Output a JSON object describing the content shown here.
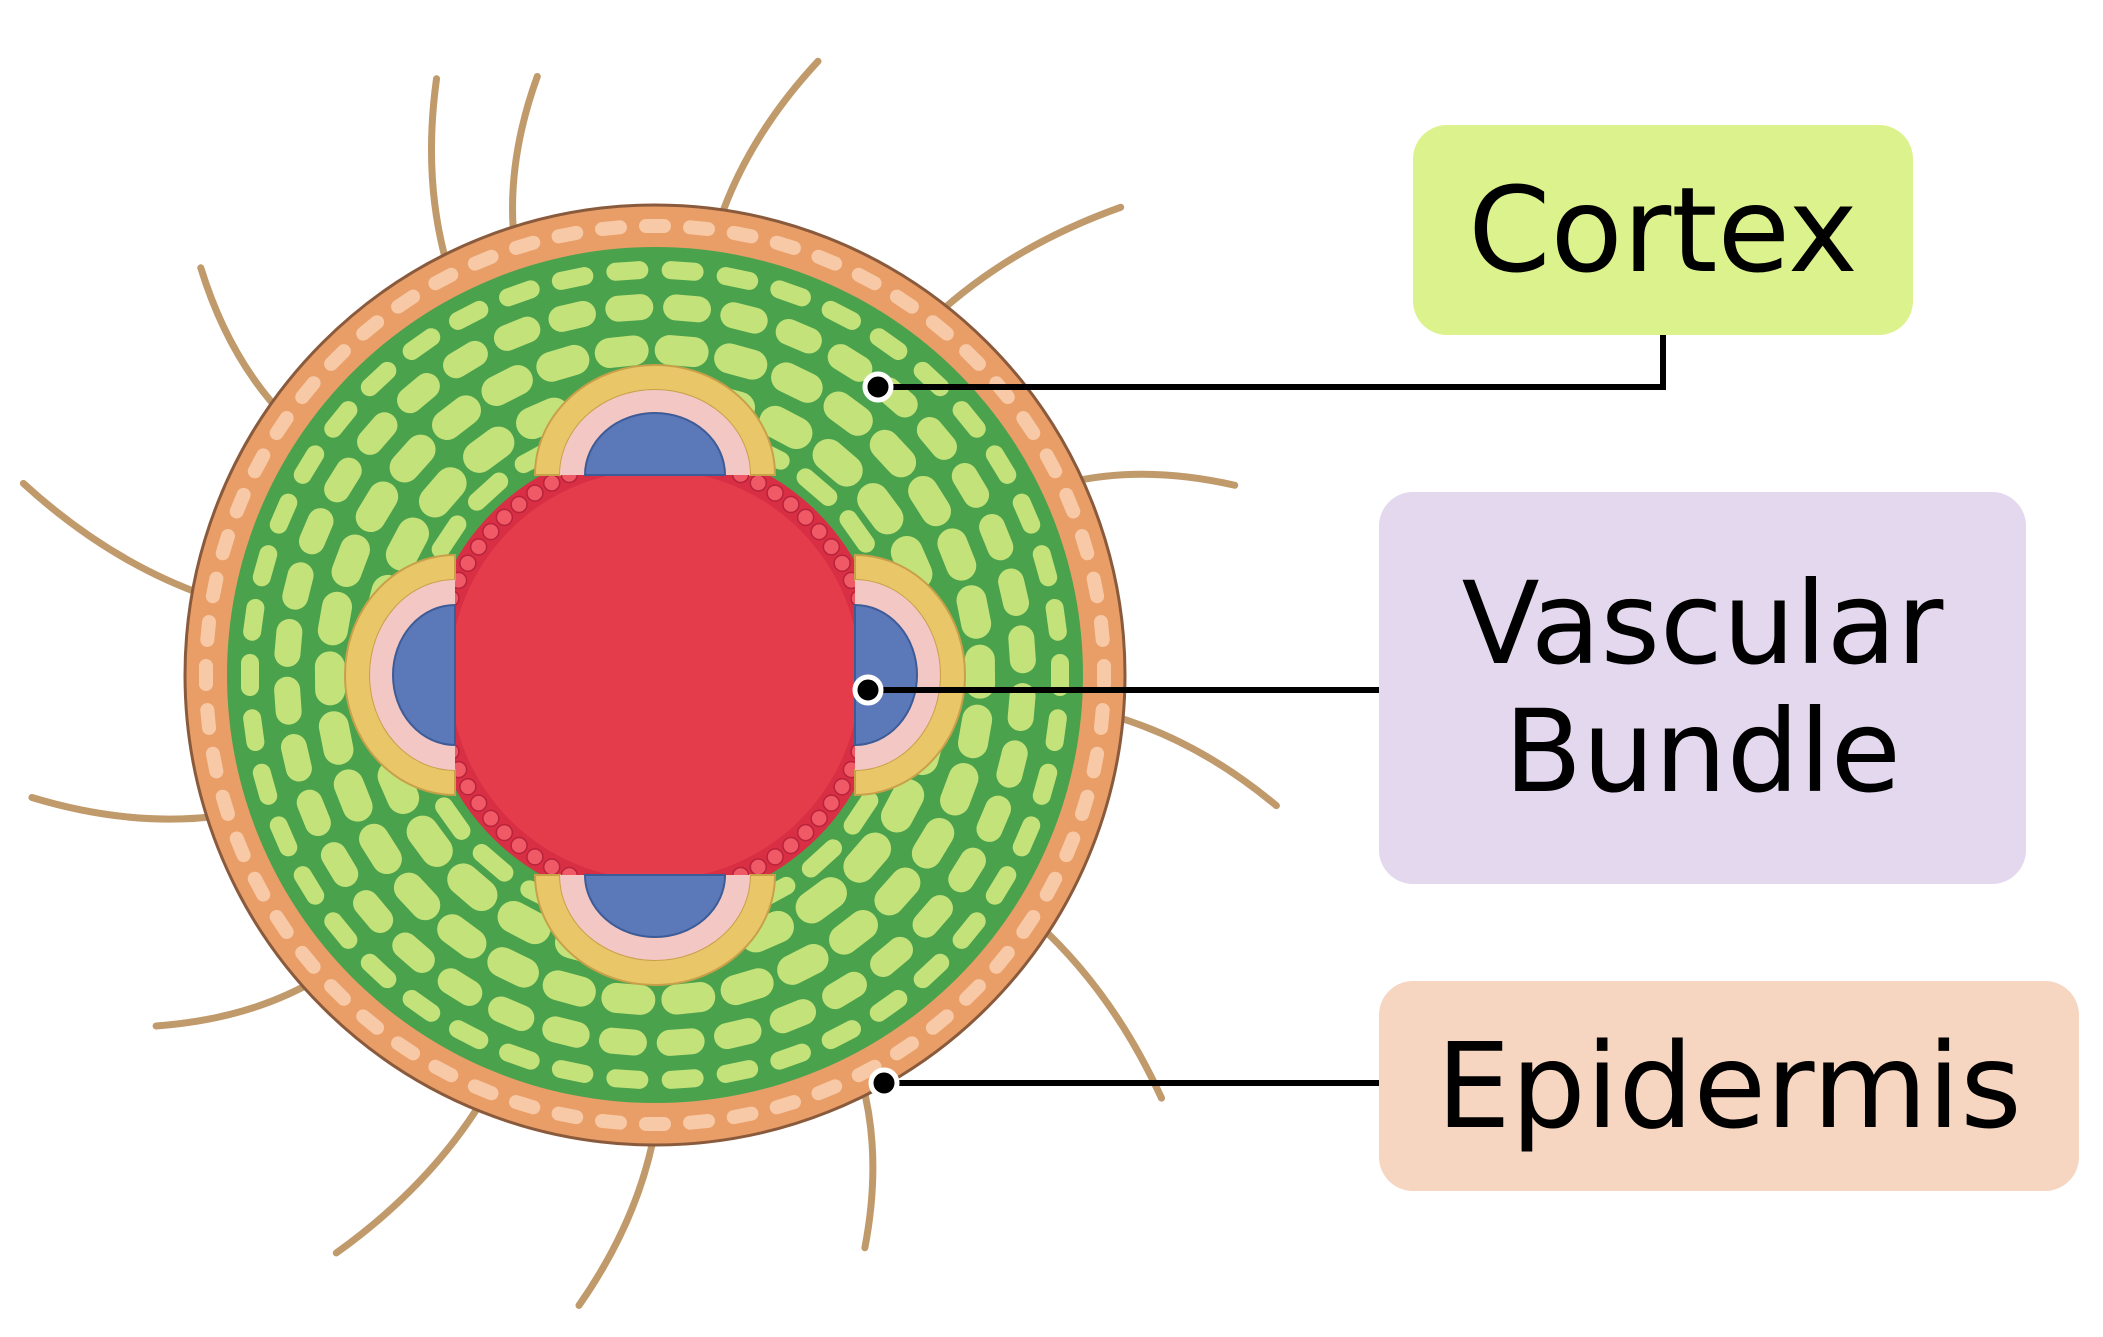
{
  "diagram": {
    "subject": "root cross-section",
    "labels": {
      "cortex": "Cortex",
      "vascular": "Vascular\nBundle",
      "epidermis": "Epidermis"
    },
    "colors": {
      "cortex_box": "#dcf28c",
      "vascular_box": "#e3d8ee",
      "epidermis_box": "#f6d5c1",
      "epidermis_outer": "#e99e68",
      "epidermis_cell": "#f7c9a6",
      "cortex_bg": "#4aa24c",
      "cortex_cell": "#c3e27a",
      "stele": "#e53c4c",
      "xylem": "#5b79b9",
      "phloem_ring": "#e9c768",
      "root_hair": "#c19a6b",
      "leader": "#000000"
    }
  }
}
